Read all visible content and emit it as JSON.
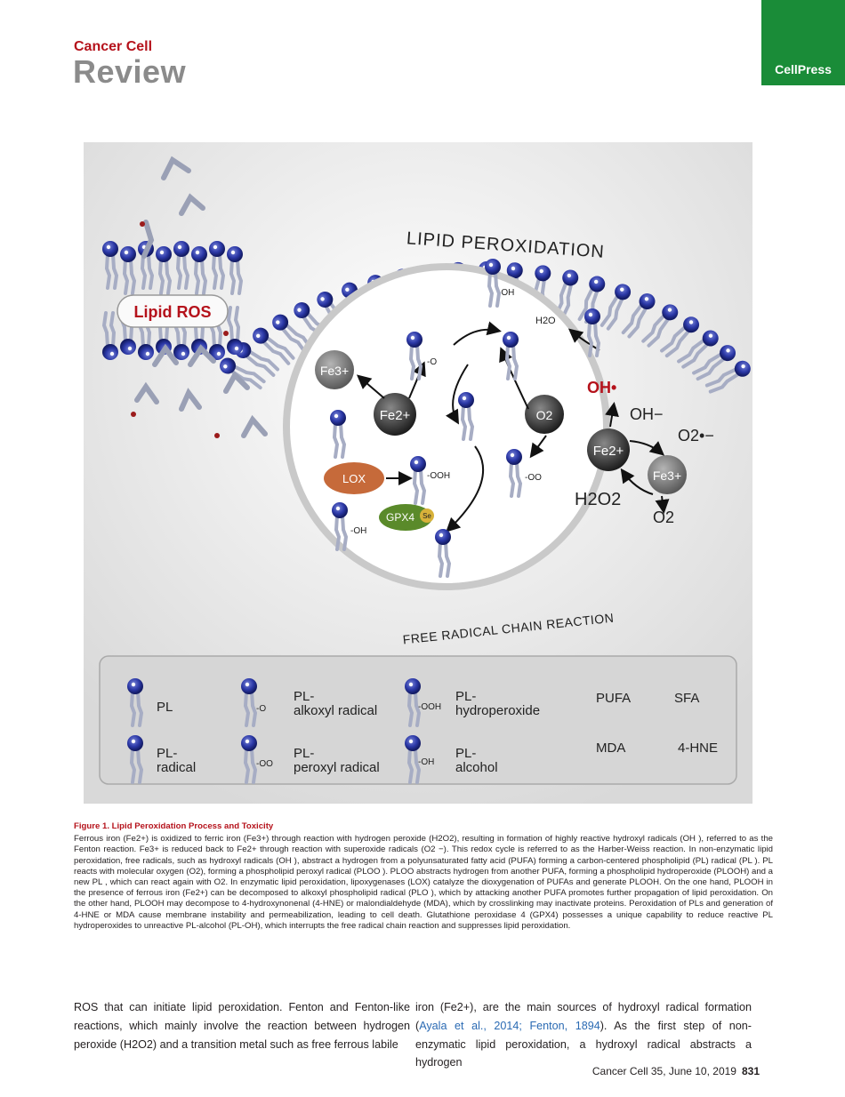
{
  "header": {
    "journal": "Cancer Cell",
    "section": "Review",
    "publisher": "CellPress"
  },
  "figure": {
    "circle_title": "LIPID PEROXIDATION",
    "circle_subtitle": "FREE RADICAL CHAIN REACTION",
    "lipid_ros_label": "Lipid ROS",
    "cycle_labels": {
      "fe3": "Fe3+",
      "fe2": "Fe2+",
      "o2": "O2",
      "lox": "LOX",
      "gpx4": "GPX4",
      "se": "Se",
      "oh_rad": "OH•",
      "h2o": "H2O",
      "oh_minus": "OH−",
      "o2_radical": "O2•−",
      "h2o2": "H2O2",
      "o2_product": "O2",
      "fe2_fenton": "Fe2+",
      "fe3_fenton": "Fe3+",
      "ooh": "-OOH",
      "oo": "-OO",
      "o": "-O",
      "oh": "-OH"
    },
    "legend": {
      "pl": "PL",
      "alkoxyl_a": "PL-",
      "alkoxyl_b": "alkoxyl radical",
      "hydroperoxide_a": "PL-",
      "hydroperoxide_b": "hydroperoxide",
      "pufa": "PUFA",
      "sfa": "SFA",
      "radical_a": "PL-",
      "radical_b": "radical",
      "peroxyl_a": "PL-",
      "peroxyl_b": "peroxyl radical",
      "alcohol_a": "PL-",
      "alcohol_b": "alcohol",
      "mda": "MDA",
      "hne": "4-HNE",
      "tag_o": "-O",
      "tag_ooh": "-OOH",
      "tag_oo": "-OO",
      "tag_oh": "-OH"
    }
  },
  "caption": {
    "title": "Figure 1. Lipid Peroxidation Process and Toxicity",
    "body": "Ferrous iron (Fe2+) is oxidized to ferric iron (Fe3+) through reaction with hydrogen peroxide (H2O2), resulting in formation of highly reactive hydroxyl radicals (OH ), referred to as the Fenton reaction. Fe3+ is reduced back to Fe2+ through reaction with superoxide radicals (O2 −). This redox cycle is referred to as the Harber-Weiss reaction. In non-enzymatic lipid peroxidation, free radicals, such as hydroxyl radicals (OH ), abstract a hydrogen from a polyunsaturated fatty acid (PUFA) forming a carbon-centered phospholipid (PL) radical (PL ). PL reacts with molecular oxygen (O2), forming a phospholipid peroxyl radical (PLOO ). PLOO abstracts hydrogen from another PUFA, forming a phospholipid hydroperoxide (PLOOH) and a new PL , which can react again with O2. In enzymatic lipid peroxidation, lipoxygenases (LOX) catalyze the dioxygenation of PUFAs and generate PLOOH. On the one hand, PLOOH in the presence of ferrous iron (Fe2+) can be decomposed to alkoxyl phospholipid radical (PLO ), which by attacking another PUFA promotes further propagation of lipid peroxidation. On the other hand, PLOOH may decompose to 4-hydroxynonenal (4-HNE) or malondialdehyde (MDA), which by crosslinking may inactivate proteins. Peroxidation of PLs and generation of 4-HNE or MDA cause membrane instability and permeabilization, leading to cell death. Glutathione peroxidase 4 (GPX4) possesses a unique capability to reduce reactive PL hydroperoxides to unreactive PL-alcohol (PL-OH), which interrupts the free radical chain reaction and suppresses lipid peroxidation."
  },
  "body": {
    "col1": "ROS that can initiate lipid peroxidation. Fenton and Fenton-like reactions, which mainly involve the reaction between hydrogen peroxide (H2O2) and a transition metal such as free ferrous labile",
    "col2_a": "iron (Fe2+), are the main sources of hydroxyl radical formation (",
    "col2_ref": "Ayala et al., 2014; Fenton, 1894",
    "col2_b": "). As the first step of non-enzymatic lipid peroxidation, a hydroxyl radical abstracts a hydrogen"
  },
  "footer": {
    "citation": "Cancer Cell 35, June 10, 2019",
    "page": "831"
  }
}
